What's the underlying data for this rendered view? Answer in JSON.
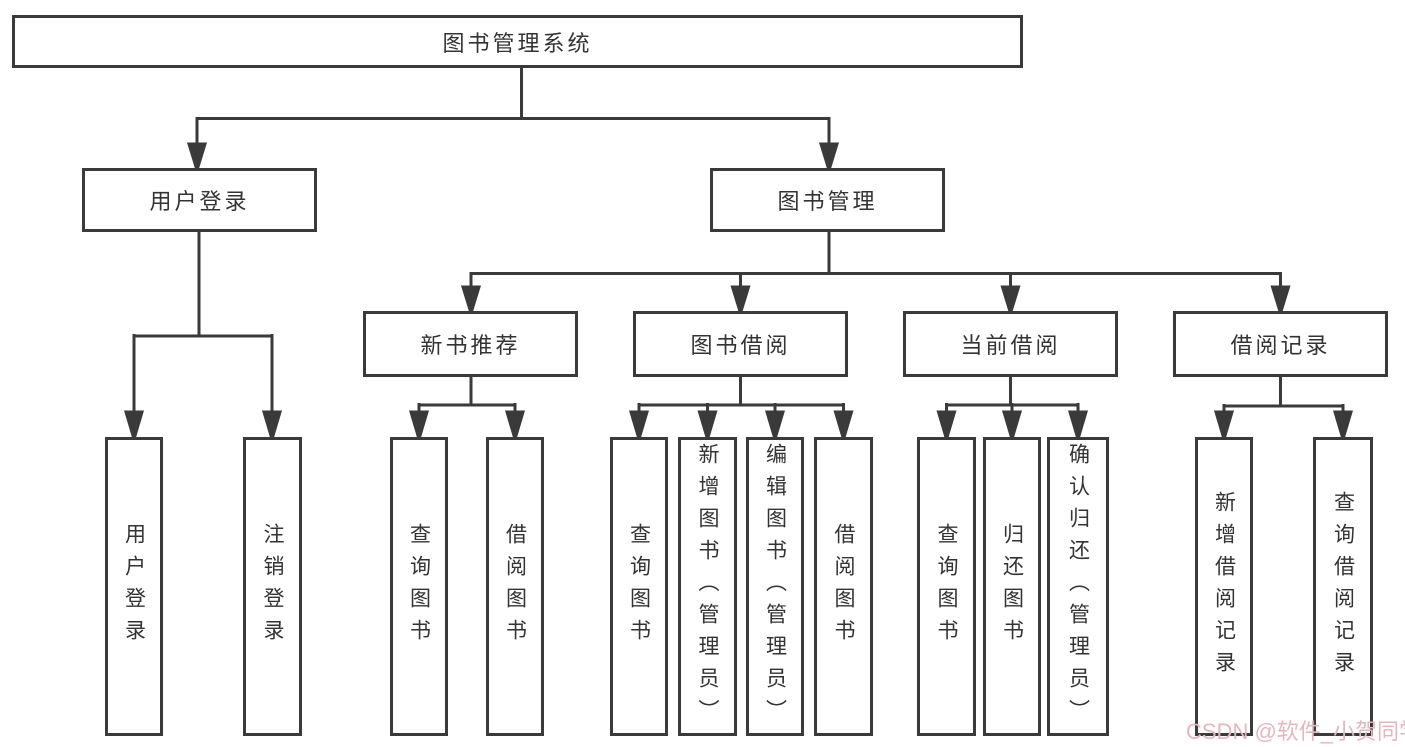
{
  "watermark": "CSDN @软件_小贺同学",
  "colors": {
    "line": "#3a3a3a",
    "border": "#3a3a3a",
    "text": "#333333",
    "background": "#ffffff",
    "watermark_text": "#e3b7c1"
  },
  "nodes": {
    "root": "图书管理系统",
    "user_login": "用户登录",
    "book_mgmt": "图书管理",
    "new_book_rec": "新书推荐",
    "book_borrow": "图书借阅",
    "current_borrow": "当前借阅",
    "borrow_record": "借阅记录",
    "a1_user_login": "用户登录",
    "a2_logout": "注销登录",
    "b1_query_book": "查询图书",
    "b2_borrow_book": "借阅图书",
    "c1_query_book": "查询图书",
    "c2_add_book_admin": "新增图书（管理员）",
    "c3_edit_book_admin": "编辑图书（管理员）",
    "c4_borrow_book": "借阅图书",
    "d1_query_book": "查询图书",
    "d2_return_book": "归还图书",
    "d3_confirm_return_admin": "确认归还（管理员）",
    "e1_add_borrow_record": "新增借阅记录",
    "e2_query_borrow_record": "查询借阅记录"
  },
  "tree": {
    "label": "图书管理系统",
    "children": [
      {
        "label": "用户登录",
        "children": [
          {
            "label": "用户登录"
          },
          {
            "label": "注销登录"
          }
        ]
      },
      {
        "label": "图书管理",
        "children": [
          {
            "label": "新书推荐",
            "children": [
              {
                "label": "查询图书"
              },
              {
                "label": "借阅图书"
              }
            ]
          },
          {
            "label": "图书借阅",
            "children": [
              {
                "label": "查询图书"
              },
              {
                "label": "新增图书（管理员）"
              },
              {
                "label": "编辑图书（管理员）"
              },
              {
                "label": "借阅图书"
              }
            ]
          },
          {
            "label": "当前借阅",
            "children": [
              {
                "label": "查询图书"
              },
              {
                "label": "归还图书"
              },
              {
                "label": "确认归还（管理员）"
              }
            ]
          },
          {
            "label": "借阅记录",
            "children": [
              {
                "label": "新增借阅记录"
              },
              {
                "label": "查询借阅记录"
              }
            ]
          }
        ]
      }
    ]
  }
}
